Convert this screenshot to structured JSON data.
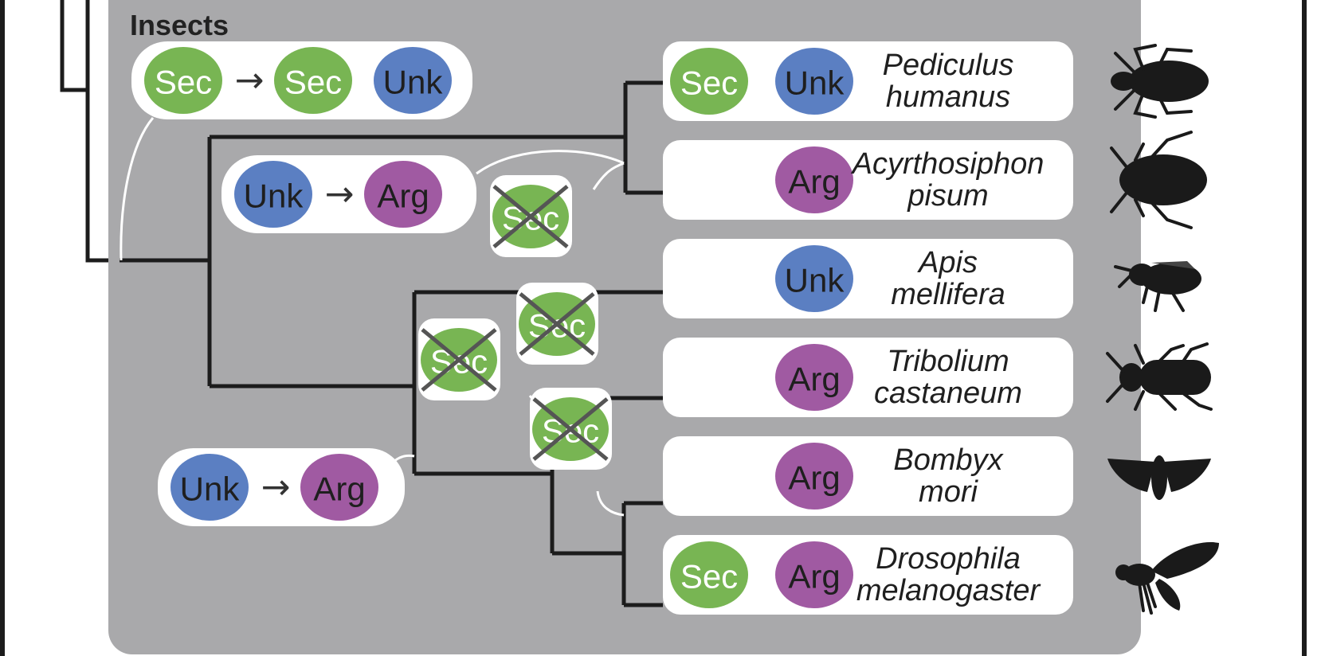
{
  "clade": {
    "label": "Insects"
  },
  "colors": {
    "Sec": "#78b553",
    "Unk": "#5b7fc2",
    "Arg": "#a05aa2",
    "panel": "#a9a9ab",
    "line": "#1c1c1c",
    "cross": "#555555"
  },
  "badge_text_colors": {
    "Sec": "#ffffff",
    "Unk": "#1f1f1f",
    "Arg": "#1f1f1f"
  },
  "transitions": [
    {
      "id": "root",
      "from": "Sec",
      "arrow": "→",
      "to": [
        "Sec",
        "Unk"
      ]
    },
    {
      "id": "hemiptera",
      "from": "Unk",
      "arrow": "→",
      "to": [
        "Arg"
      ]
    },
    {
      "id": "holometabola",
      "from": "Unk",
      "arrow": "→",
      "to": [
        "Arg"
      ]
    }
  ],
  "losses": [
    {
      "id": "loss-acyrthosiphon",
      "label": "Sec"
    },
    {
      "id": "loss-apis",
      "label": "Sec"
    },
    {
      "id": "loss-holometabola",
      "label": "Sec"
    },
    {
      "id": "loss-tribolium",
      "label": "Sec"
    }
  ],
  "species": [
    {
      "genus": "Pediculus",
      "epithet": "humanus",
      "badges": [
        "Sec",
        "Unk"
      ],
      "icon": "louse-icon"
    },
    {
      "genus": "Acyrthosiphon",
      "epithet": "pisum",
      "badges": [
        "Arg"
      ],
      "icon": "aphid-icon"
    },
    {
      "genus": "Apis",
      "epithet": "mellifera",
      "badges": [
        "Unk"
      ],
      "icon": "bee-icon"
    },
    {
      "genus": "Tribolium",
      "epithet": "castaneum",
      "badges": [
        "Arg"
      ],
      "icon": "beetle-icon"
    },
    {
      "genus": "Bombyx",
      "epithet": "mori",
      "badges": [
        "Arg"
      ],
      "icon": "moth-icon"
    },
    {
      "genus": "Drosophila",
      "epithet": "melanogaster",
      "badges": [
        "Sec",
        "Arg"
      ],
      "icon": "fly-icon"
    }
  ]
}
